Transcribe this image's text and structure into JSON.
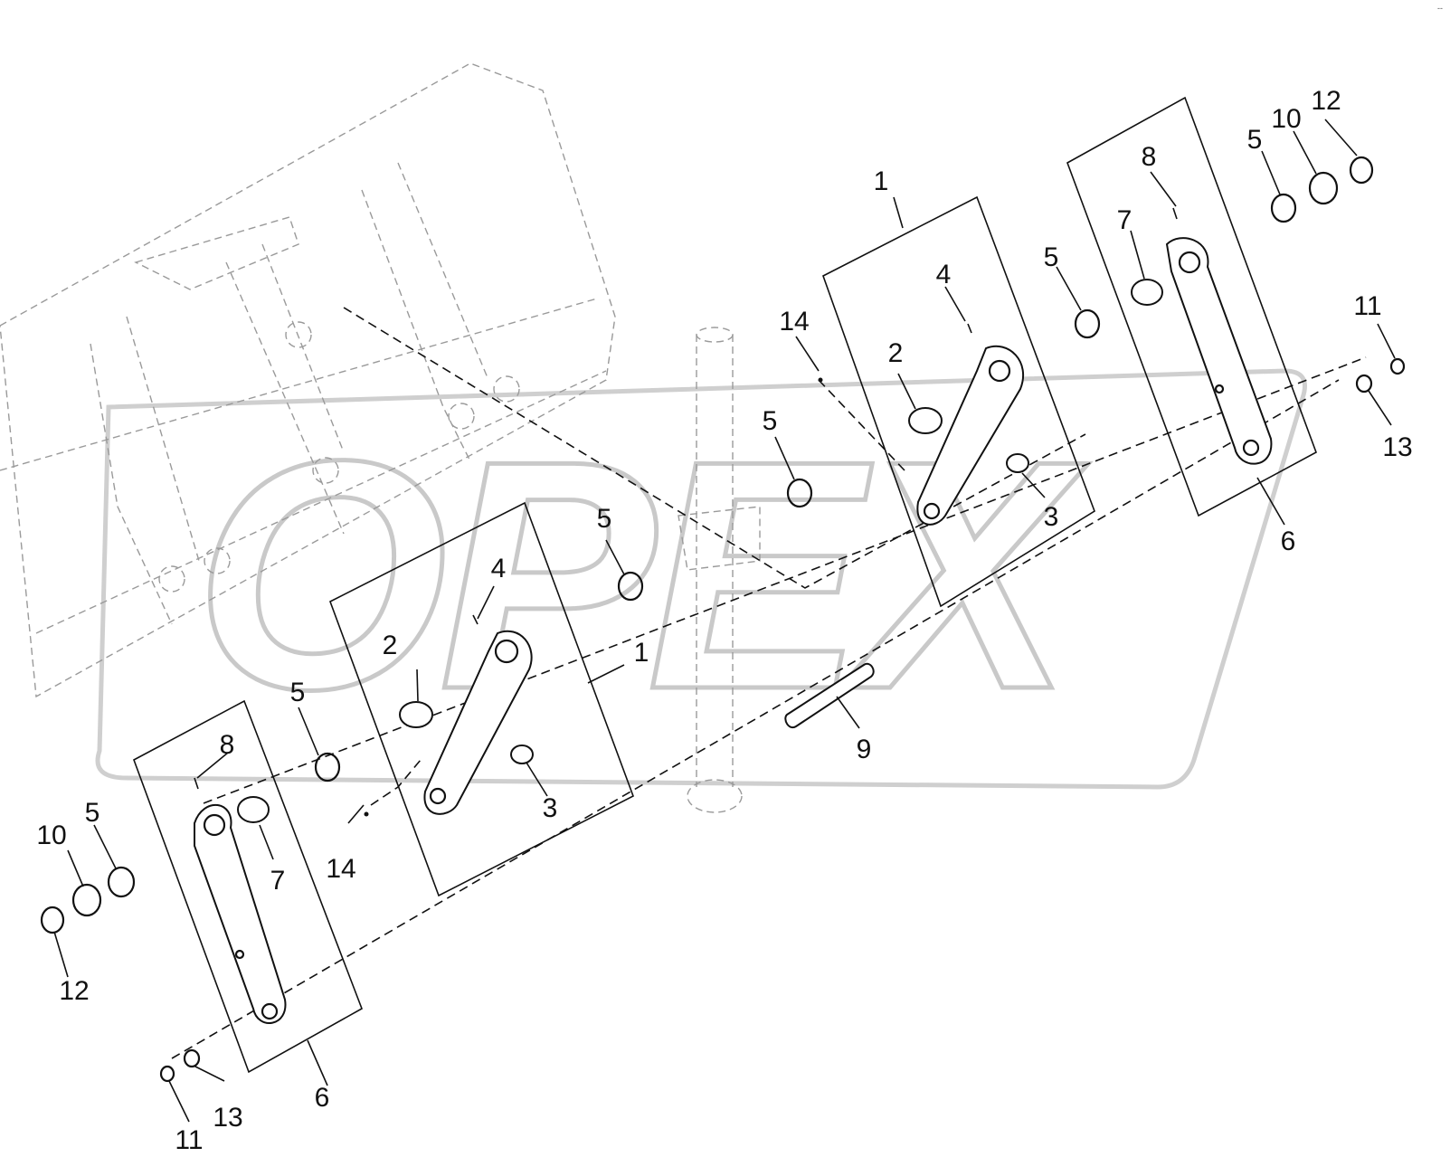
{
  "watermark": {
    "text": "OPEX"
  },
  "corner_mark": "--",
  "callouts": {
    "box_left": {
      "link": "1",
      "bushing": "2",
      "fitting": "3",
      "pin_small": "4",
      "washer_a": "5",
      "washer_b": "5",
      "grease_point": "14"
    },
    "box_right": {
      "link": "1",
      "bushing": "2",
      "fitting": "3",
      "pin_small": "4",
      "washer_a": "5",
      "washer_b": "5",
      "grease_point": "14"
    },
    "lever_left": {
      "lever": "6",
      "bushing": "7",
      "pin": "8",
      "washer": "5",
      "washer_10": "10",
      "snap_ring_12": "12",
      "ring_11": "11",
      "ring_13": "13"
    },
    "lever_right": {
      "lever": "6",
      "bushing": "7",
      "pin": "8",
      "washer": "5",
      "washer_10": "10",
      "snap_ring_12": "12",
      "ring_11": "11",
      "ring_13": "13"
    },
    "center": {
      "rod": "9"
    }
  }
}
